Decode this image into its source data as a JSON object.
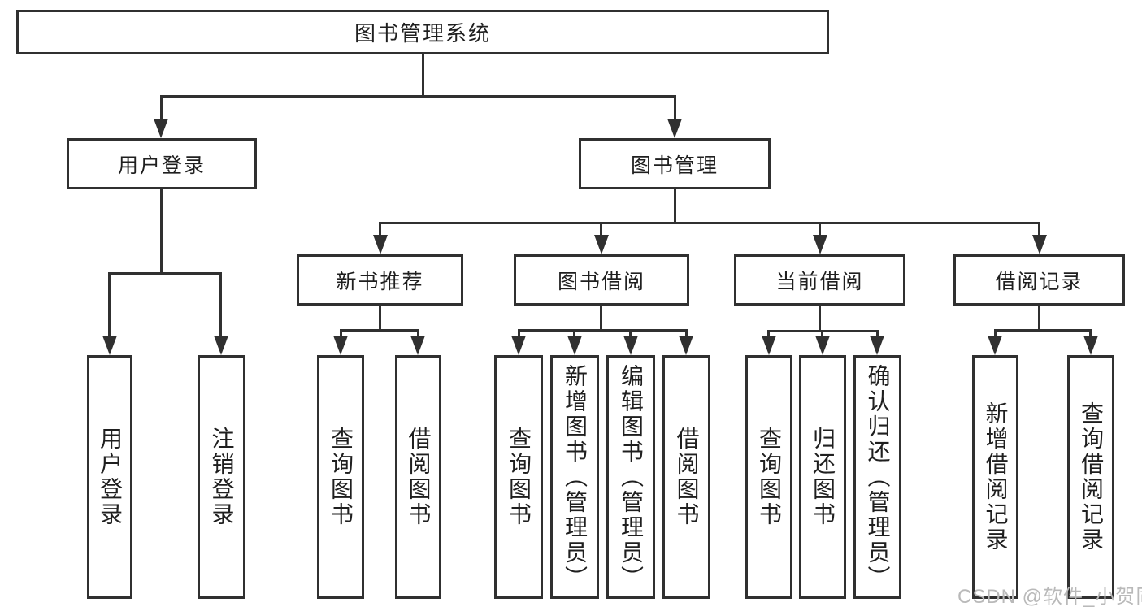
{
  "tree": {
    "root": {
      "label": "图书管理系统",
      "children": [
        {
          "label": "用户登录",
          "children": [
            {
              "label": "用户登录"
            },
            {
              "label": "注销登录"
            }
          ]
        },
        {
          "label": "图书管理",
          "children": [
            {
              "label": "新书推荐",
              "children": [
                {
                  "label": "查询图书"
                },
                {
                  "label": "借阅图书"
                }
              ]
            },
            {
              "label": "图书借阅",
              "children": [
                {
                  "label": "查询图书"
                },
                {
                  "label": "新增图书（管理员）"
                },
                {
                  "label": "编辑图书（管理员）"
                },
                {
                  "label": "借阅图书"
                }
              ]
            },
            {
              "label": "当前借阅",
              "children": [
                {
                  "label": "查询图书"
                },
                {
                  "label": "归还图书"
                },
                {
                  "label": "确认归还（管理员）"
                }
              ]
            },
            {
              "label": "借阅记录",
              "children": [
                {
                  "label": "新增借阅记录"
                },
                {
                  "label": "查询借阅记录"
                }
              ]
            }
          ]
        }
      ]
    }
  },
  "watermark": {
    "text": "CSDN @软件_小贺同学"
  },
  "colors": {
    "line": "#303030",
    "text": "#1f1f1f",
    "watermark": "#b9b9b9",
    "background": "#ffffff"
  }
}
